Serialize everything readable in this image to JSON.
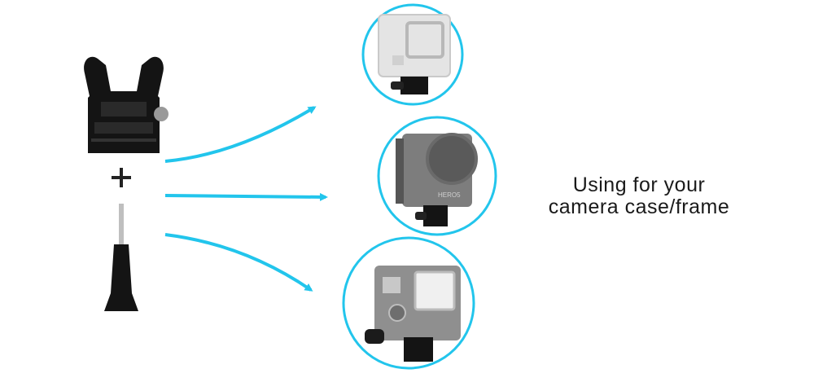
{
  "caption": {
    "line1": "Using for your",
    "line2": "camera case/frame"
  },
  "accessories": {
    "buckle": "quick-release-buckle-icon",
    "plus": "plus-icon",
    "screw": "thumb-screw-icon"
  },
  "cameras": [
    {
      "icon": "waterproof-housing-icon"
    },
    {
      "icon": "camera-with-lens-filter-frame-icon",
      "brand_text": "HERO5"
    },
    {
      "icon": "skeleton-housing-icon"
    }
  ],
  "colors": {
    "accent": "#22c5ec",
    "mount": "#141414",
    "camera_gray": "#8a8a8a",
    "text": "#1a1a1a"
  }
}
